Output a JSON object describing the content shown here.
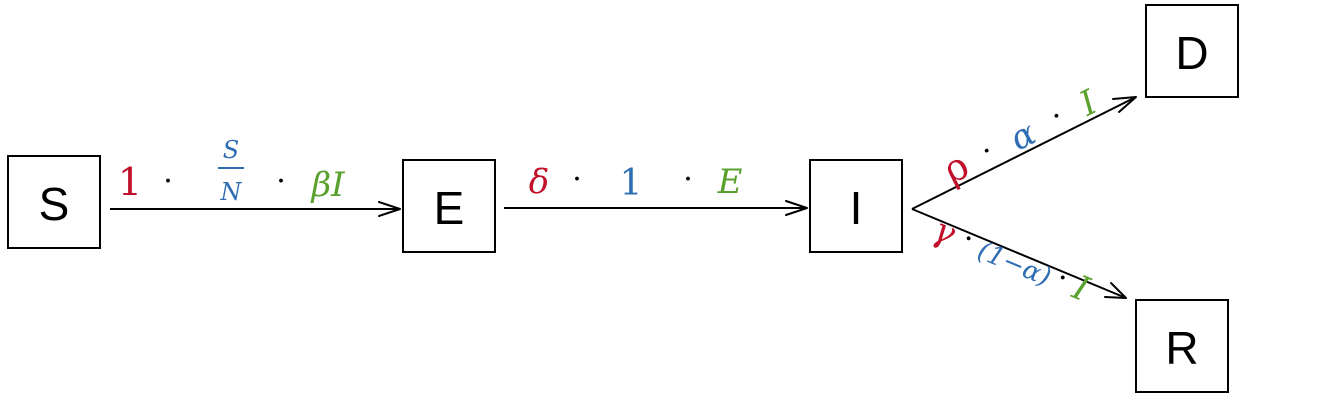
{
  "colors": {
    "red": "#c0102a",
    "blue": "#2e6db4",
    "green": "#5aa02c",
    "black": "#000000"
  },
  "nodes": {
    "S": "S",
    "E": "E",
    "I": "I",
    "D": "D",
    "R": "R"
  },
  "edges": {
    "s_to_e": {
      "factor1": "1",
      "dot1": "·",
      "fraction_num": "S",
      "fraction_den": "N",
      "dot2": "·",
      "factor3": "βI"
    },
    "e_to_i": {
      "factor1": "δ",
      "dot1": "·",
      "factor2": "1",
      "dot2": "·",
      "factor3": "E"
    },
    "i_to_d": {
      "factor1": "ρ",
      "dot1": "·",
      "factor2": "α",
      "dot2": "·",
      "factor3": "I"
    },
    "i_to_r": {
      "factor1": "γ",
      "dot1": "·",
      "factor2": "(1−α)",
      "dot2": "·",
      "factor3": "I"
    }
  }
}
